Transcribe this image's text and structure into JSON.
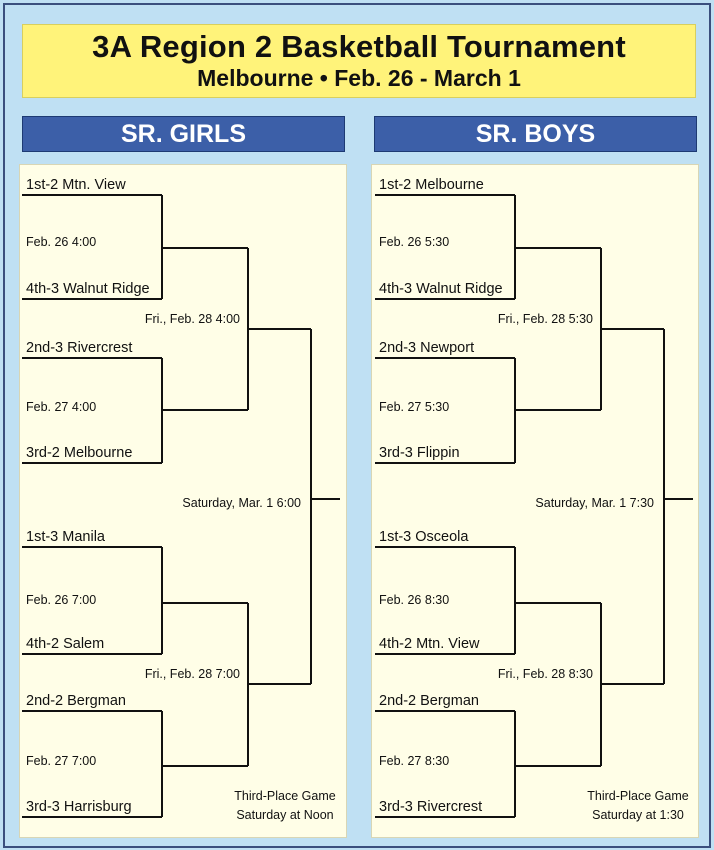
{
  "header": {
    "title": "3A Region 2  Basketball Tournament",
    "subtitle": "Melbourne • Feb. 26 - March 1"
  },
  "girls": {
    "heading": "SR. GIRLS",
    "teams": [
      "1st-2 Mtn. View",
      "4th-3 Walnut Ridge",
      "2nd-3 Rivercrest",
      "3rd-2 Melbourne",
      "1st-3 Manila",
      "4th-2 Salem",
      "2nd-2 Bergman",
      "3rd-3 Harrisburg"
    ],
    "r1_dates": [
      "Feb. 26  4:00",
      "Feb. 27  4:00",
      "Feb. 26  7:00",
      "Feb. 27 7:00"
    ],
    "semi_dates": [
      "Fri., Feb. 28   4:00",
      "Fri., Feb. 28   7:00"
    ],
    "final_date": "Saturday, Mar. 1  6:00",
    "third_place": [
      "Third-Place Game",
      "Saturday at Noon"
    ]
  },
  "boys": {
    "heading": "SR. BOYS",
    "teams": [
      "1st-2 Melbourne",
      "4th-3 Walnut Ridge",
      "2nd-3 Newport",
      "3rd-3 Flippin",
      "1st-3 Osceola",
      "4th-2 Mtn. View",
      "2nd-2 Bergman",
      "3rd-3 Rivercrest"
    ],
    "r1_dates": [
      "Feb. 26  5:30",
      "Feb. 27  5:30",
      "Feb. 26  8:30",
      "Feb. 27  8:30"
    ],
    "semi_dates": [
      "Fri., Feb. 28   5:30",
      "Fri., Feb. 28   8:30"
    ],
    "final_date": "Saturday, Mar. 1  7:30",
    "third_place": [
      "Third-Place Game",
      "Saturday at 1:30"
    ]
  }
}
